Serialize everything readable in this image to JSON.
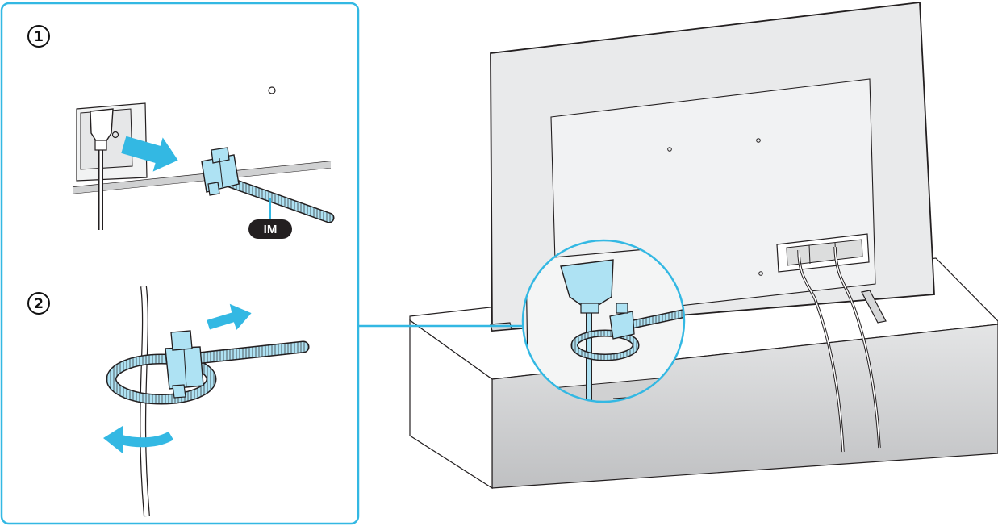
{
  "steps": [
    {
      "number": "1"
    },
    {
      "number": "2"
    }
  ],
  "im_badge": {
    "label": "IM"
  },
  "colors": {
    "accent": "#33b8e3",
    "tie_fill": "#aee2f3",
    "outline": "#231f20",
    "tv_panel": "#e9eaeb",
    "stand_side": "#d6d7d8",
    "badge": "#231f20"
  },
  "icons": {
    "push_arrow": "arrow-right-icon",
    "pull_arrow": "arrow-right-icon",
    "wrap_arrow": "curved-arrow-left-icon"
  }
}
